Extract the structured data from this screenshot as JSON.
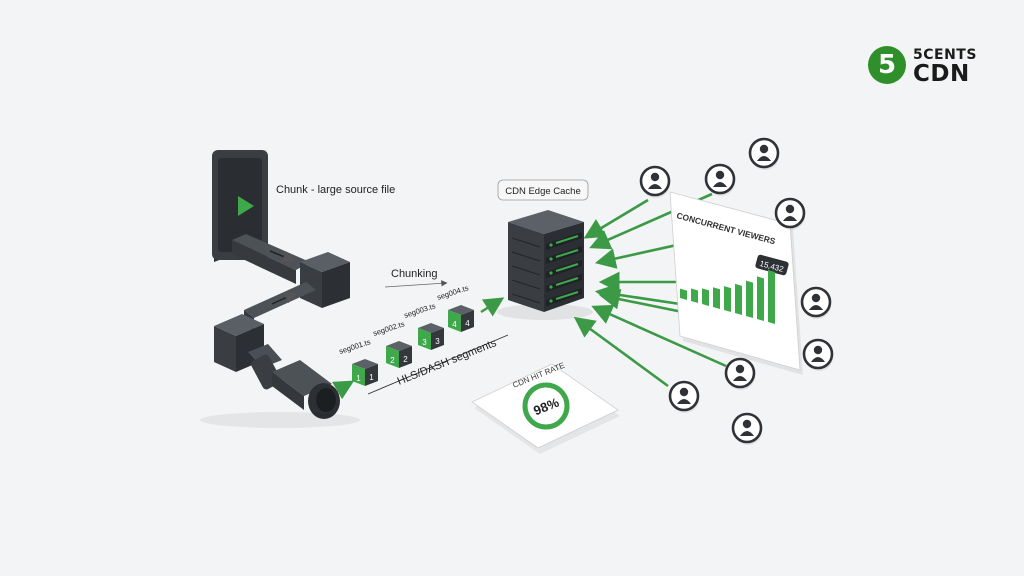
{
  "brand": {
    "badge": "5",
    "top_text": "5CENTS",
    "bottom_text": "CDN",
    "accent_color": "#2f8f2a"
  },
  "source": {
    "label": "Chunk - large source file",
    "icon": "play-icon"
  },
  "chunking": {
    "label": "Chunking"
  },
  "segments": {
    "names": [
      "seg001.ts",
      "seg002.ts",
      "seg003.ts",
      "seg004.ts"
    ],
    "numbers": [
      "1",
      "2",
      "3",
      "4"
    ],
    "caption": "HLS/DASH segments"
  },
  "edge_cache": {
    "label": "CDN Edge Cache",
    "icon": "server-icon"
  },
  "hit_rate": {
    "title": "CDN HIT RATE",
    "value_text": "98%",
    "value": 0.98
  },
  "viewers_panel": {
    "title": "CONCURRENT VIEWERS",
    "count": "15,432",
    "bar_levels": [
      0.18,
      0.24,
      0.3,
      0.38,
      0.46,
      0.56,
      0.68,
      0.82,
      1.0
    ]
  },
  "viewer_icon": "user-avatar-icon",
  "colors": {
    "green": "#3fa84a",
    "dark": "#3b3f44",
    "arrow": "#3c9a47"
  }
}
